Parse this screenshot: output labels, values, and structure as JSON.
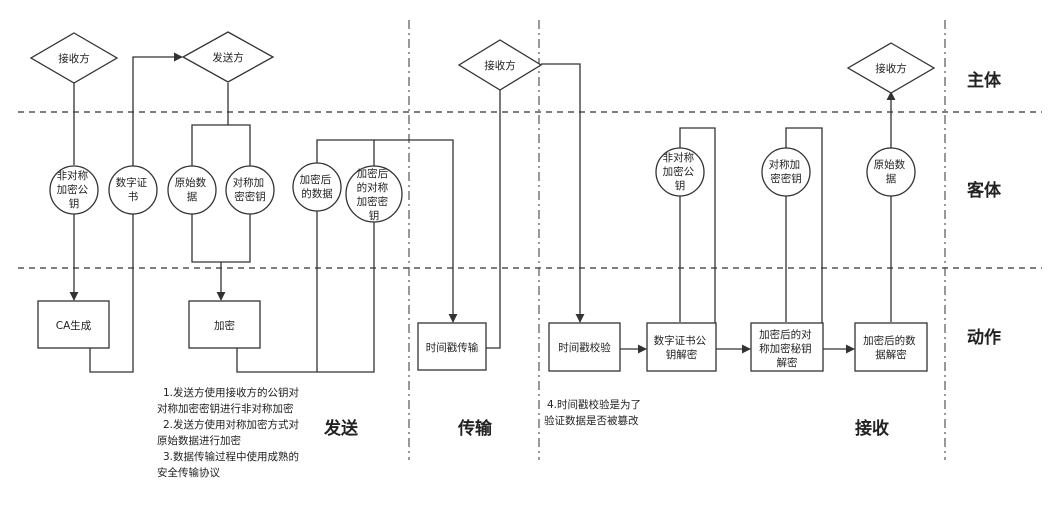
{
  "lanes": {
    "subject": "主体",
    "object": "客体",
    "action": "动作"
  },
  "stages": {
    "send": "发送",
    "transmit": "传输",
    "receive": "接收"
  },
  "diamonds": {
    "receiver_left": "接收方",
    "sender": "发送方",
    "receiver_mid": "接收方",
    "receiver_right": "接收方"
  },
  "circles": {
    "asym_key": [
      "非对称",
      "加密公",
      "钥"
    ],
    "digital_cert": [
      "数字证",
      "书"
    ],
    "raw_data": [
      "原始数",
      "据"
    ],
    "sym_key": [
      "对称加",
      "密密钥"
    ],
    "enc_data": [
      "加密后",
      "的数据"
    ],
    "enc_sym_key": [
      "加密后",
      "的对称",
      "加密密",
      "钥"
    ],
    "recv_asym_key": [
      "非对称",
      "加密公",
      "钥"
    ],
    "recv_sym_key": [
      "对称加",
      "密密钥"
    ],
    "recv_raw_data": [
      "原始数",
      "据"
    ]
  },
  "boxes": {
    "ca_gen": [
      "CA生成"
    ],
    "encrypt": [
      "加密"
    ],
    "timestamp_transmit": [
      "时间戳传输"
    ],
    "timestamp_check": [
      "时间戳校验"
    ],
    "cert_decrypt": [
      "数字证书公",
      "钥解密"
    ],
    "enc_key_decrypt": [
      "加密后的对",
      "称加密秘钥",
      "解密"
    ],
    "enc_data_decrypt": [
      "加密后的数",
      "据解密"
    ]
  },
  "notes": {
    "send": [
      "1.发送方使用接收方的公钥对",
      "对称加密密钥进行非对称加密",
      "2.发送方使用对称加密方式对",
      "原始数据进行加密",
      "3.数据传输过程中使用成熟的",
      "安全传输协议"
    ],
    "receive": [
      "4.时间戳校验是为了",
      "验证数据是否被篡改"
    ]
  }
}
